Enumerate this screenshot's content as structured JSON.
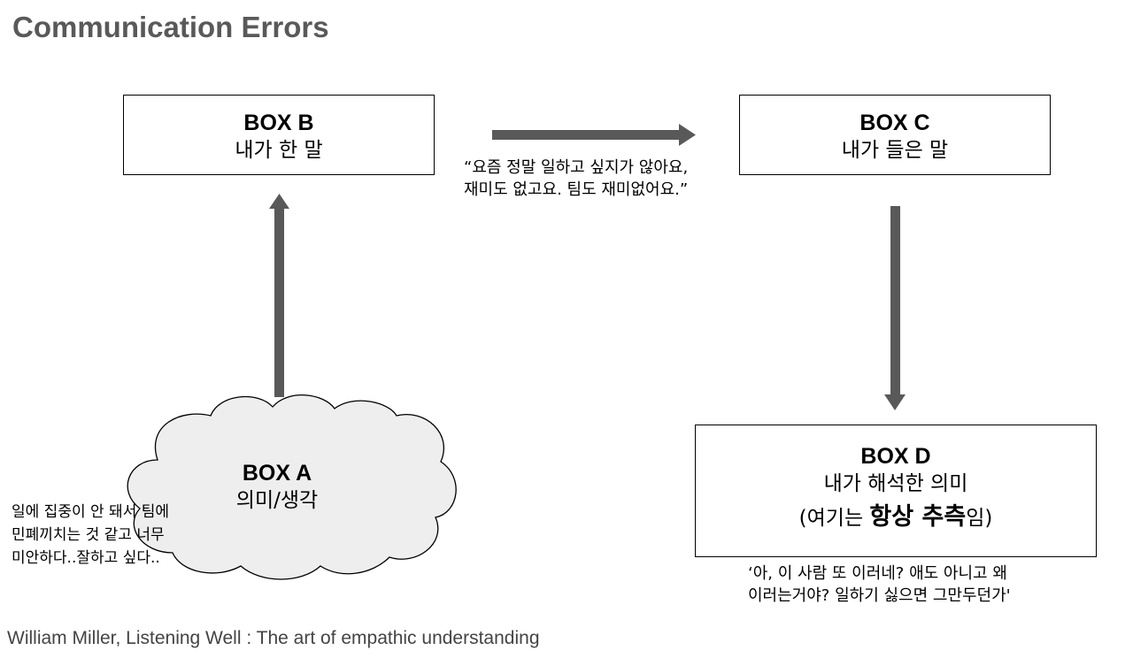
{
  "title": "Communication Errors",
  "box_a": {
    "heading": "BOX A",
    "label": "의미/생각"
  },
  "box_b": {
    "heading": "BOX B",
    "label": "내가 한 말"
  },
  "box_c": {
    "heading": "BOX C",
    "label": "내가 들은 말"
  },
  "box_d": {
    "heading": "BOX D",
    "label": "내가 해석한 의미",
    "note_open": "(여기는 ",
    "note_bold": "항상 추측",
    "note_close": "임)"
  },
  "note_a": {
    "line1": "일에 집중이 안 돼서 팀에",
    "line2": "민폐끼치는 것 같고 너무",
    "line3": "미안하다..잘하고 싶다.."
  },
  "quote_bc": {
    "line1": "“요즘 정말 일하고 싶지가 않아요,",
    "line2": "재미도 없고요. 팀도 재미없어요.”"
  },
  "quote_d": {
    "line1": "‘아, 이 사람 또 이러네? 애도 아니고 왜",
    "line2": "이러는거야? 일하기 싫으면 그만두던가'"
  },
  "credit": "William Miller, Listening Well : The art of empathic understanding",
  "colors": {
    "arrow": "#595959",
    "cloud_fill": "#eeeeee",
    "title": "#595959"
  }
}
